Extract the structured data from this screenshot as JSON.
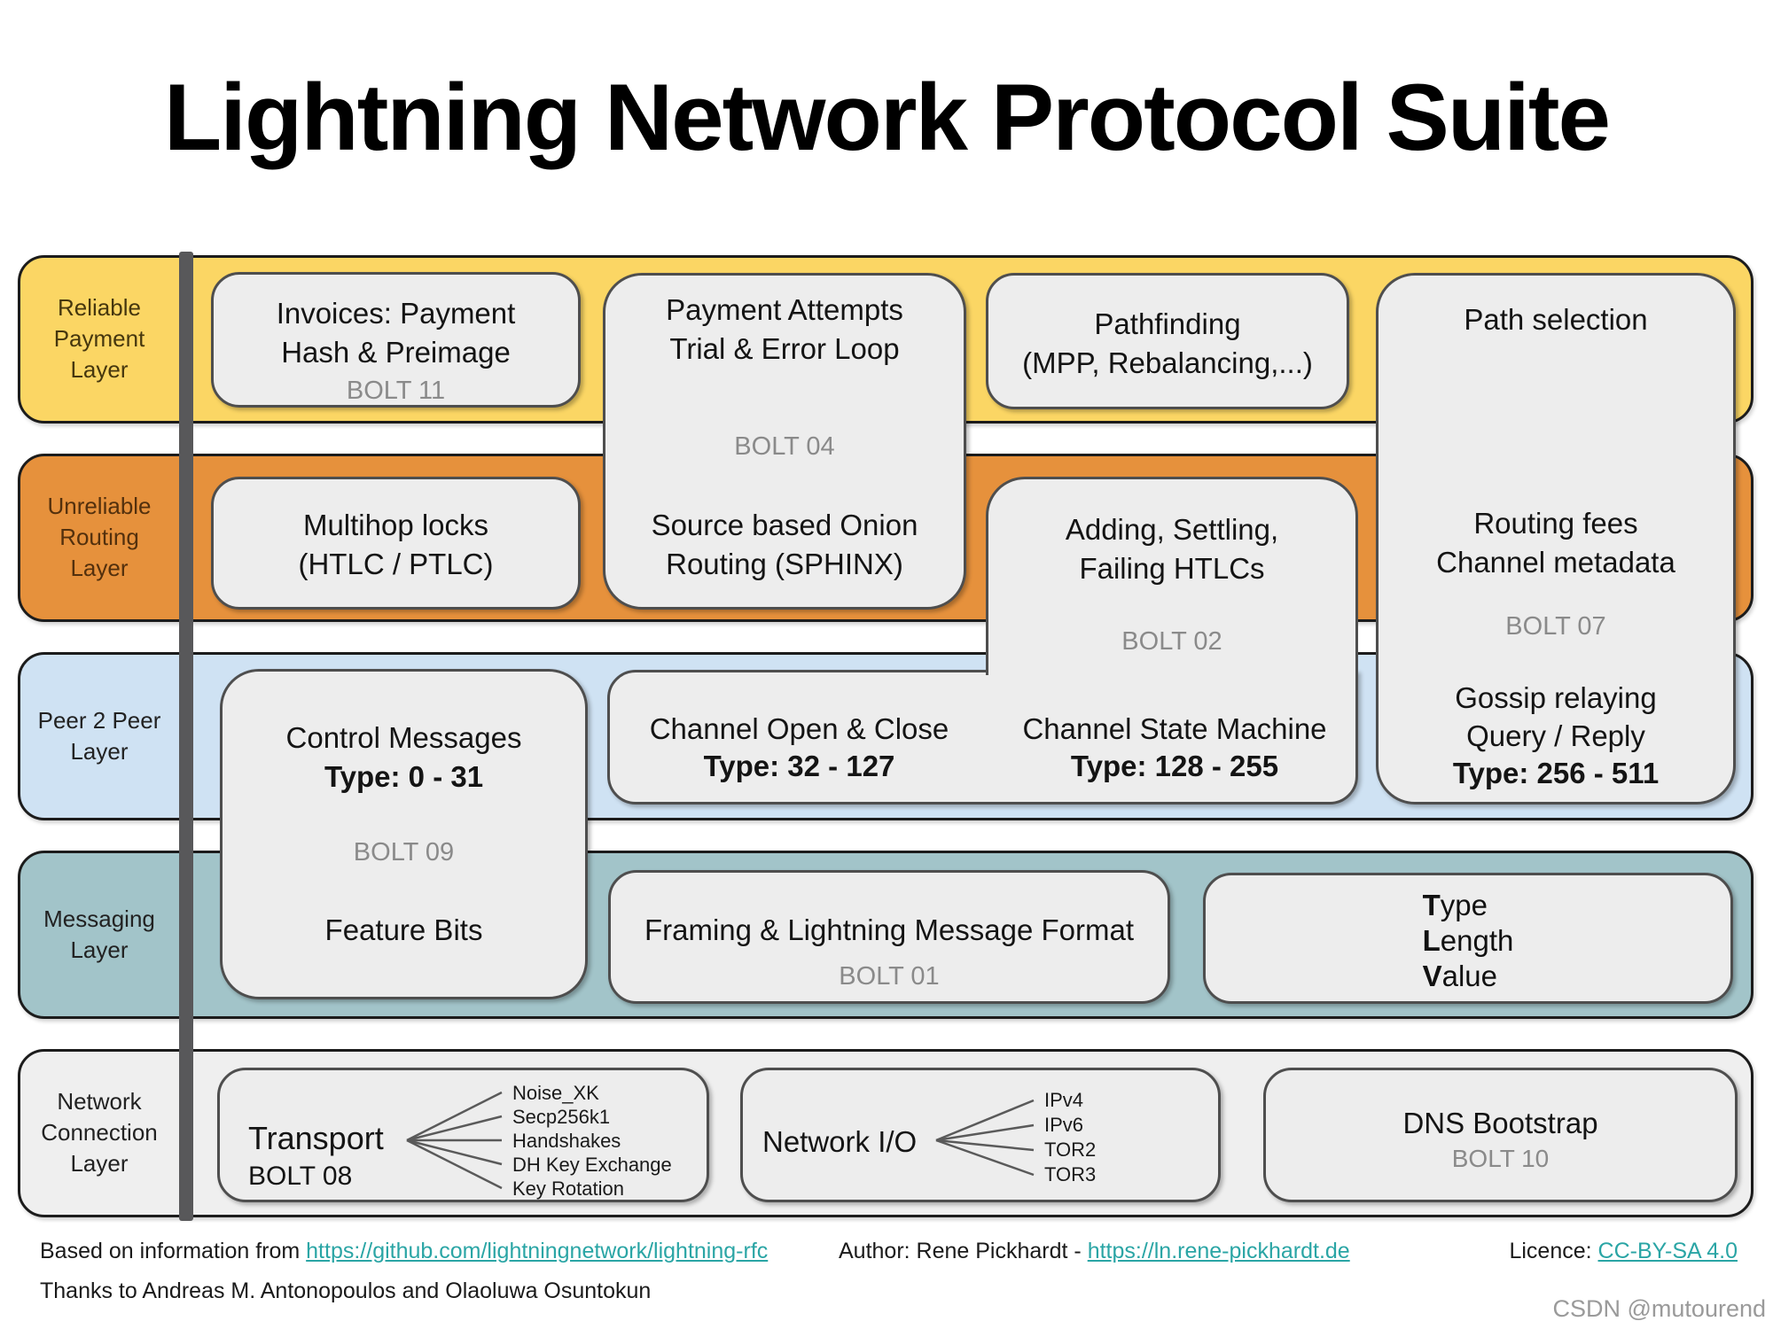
{
  "title": "Lightning Network Protocol Suite",
  "colors": {
    "reliable_layer": "#fbd664",
    "unreliable_layer": "#e6913c",
    "p2p_layer": "#cfe2f3",
    "messaging_layer": "#a2c4c9",
    "network_layer": "#efefef",
    "box_fill": "#ededed",
    "divider_bar": "#58585a",
    "link": "#2aa5a5",
    "bolt_text": "#8a8a8a"
  },
  "layers": [
    {
      "label": "Reliable\nPayment\nLayer"
    },
    {
      "label": "Unreliable\nRouting\nLayer"
    },
    {
      "label": "Peer 2 Peer\nLayer"
    },
    {
      "label": "Messaging\nLayer"
    },
    {
      "label": "Network\nConnection\nLayer"
    }
  ],
  "boxes": {
    "invoices": {
      "lines": "Invoices: Payment\nHash & Preimage",
      "bolt": "BOLT 11"
    },
    "payment_attempts": {
      "top": "Payment Attempts\nTrial & Error Loop",
      "bolt": "BOLT 04",
      "bottom": "Source based Onion\nRouting (SPHINX)"
    },
    "pathfinding": {
      "lines": "Pathfinding\n(MPP, Rebalancing,...)"
    },
    "path_selection": {
      "top": "Path selection",
      "mid": "Routing fees\nChannel metadata",
      "bolt": "BOLT 07",
      "gossip": "Gossip relaying\nQuery / Reply",
      "type": "Type: 256 - 511"
    },
    "multihop": {
      "lines": "Multihop locks\n(HTLC / PTLC)"
    },
    "htlc_lifecycle": {
      "lines": "Adding, Settling,\nFailing HTLCs",
      "bolt": "BOLT 02"
    },
    "channel_open": {
      "line": "Channel Open & Close",
      "type": "Type: 32 - 127"
    },
    "channel_state": {
      "line": "Channel State Machine",
      "type": "Type: 128 - 255"
    },
    "control": {
      "line": "Control Messages",
      "type": "Type: 0 - 31",
      "bolt": "BOLT 09",
      "feature": "Feature Bits"
    },
    "framing": {
      "line": "Framing & Lightning Message Format",
      "bolt": "BOLT 01"
    },
    "tlv": {
      "lines": [
        "Type",
        "Length",
        "Value"
      ]
    },
    "transport": {
      "name": "Transport",
      "bolt": "BOLT 08",
      "items": [
        "Noise_XK",
        "Secp256k1",
        "Handshakes",
        "DH Key Exchange",
        "Key Rotation"
      ]
    },
    "network_io": {
      "name": "Network I/O",
      "items": [
        "IPv4",
        "IPv6",
        "TOR2",
        "TOR3"
      ]
    },
    "dns": {
      "line": "DNS Bootstrap",
      "bolt": "BOLT 10"
    }
  },
  "footer": {
    "based_prefix": "Based on information from ",
    "based_link": "https://github.com/lightningnetwork/lightning-rfc",
    "author_prefix": "Author: Rene Pickhardt - ",
    "author_link": "https://ln.rene-pickhardt.de",
    "licence_prefix": "Licence: ",
    "licence_link": "CC-BY-SA 4.0",
    "thanks": "Thanks to Andreas M. Antonopoulos and Olaoluwa Osuntokun",
    "watermark": "CSDN @mutourend"
  }
}
